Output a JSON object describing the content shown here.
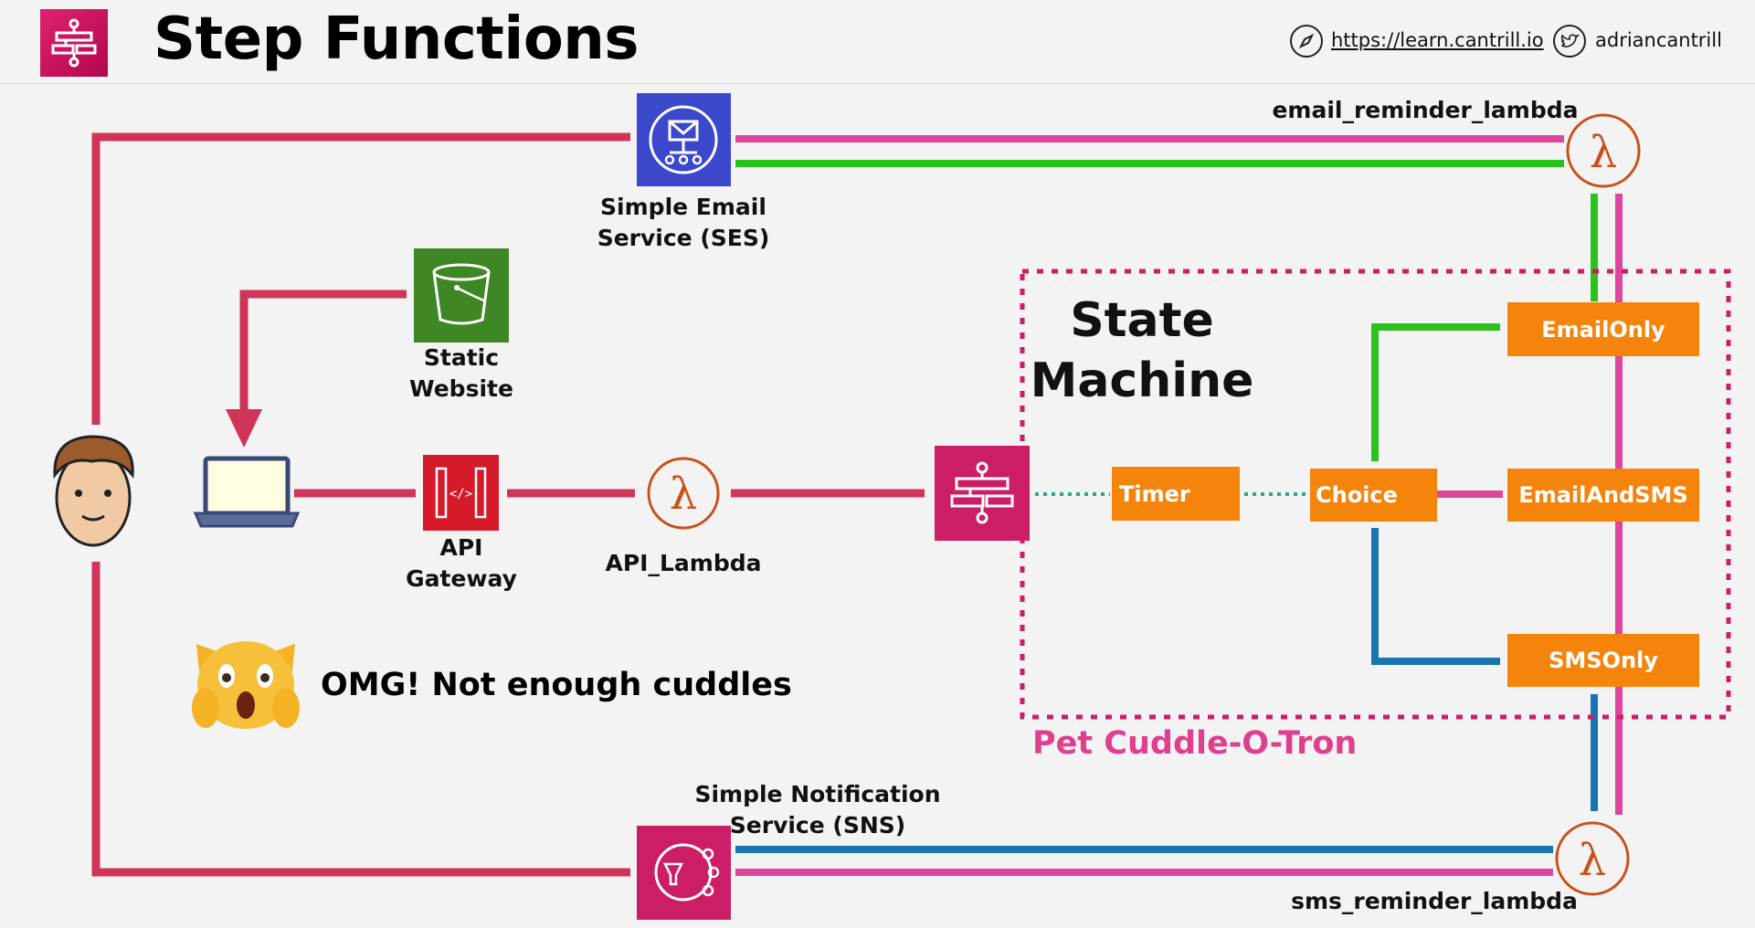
{
  "header": {
    "title": "Step Functions",
    "url": "https://learn.cantrill.io",
    "twitter": "adriancantrill"
  },
  "services": {
    "ses": "Simple Email Service (SES)",
    "ses_line1": "Simple Email",
    "ses_line2": "Service (SES)",
    "s3_line1": "Static",
    "s3_line2": "Website",
    "apigw_line1": "API",
    "apigw_line2": "Gateway",
    "api_lambda": "API_Lambda",
    "sns_line1": "Simple Notification",
    "sns_line2": "Service (SNS)",
    "email_lambda": "email_reminder_lambda",
    "sms_lambda": "sms_reminder_lambda"
  },
  "state_machine": {
    "title_line1": "State",
    "title_line2": "Machine",
    "timer": "Timer",
    "choice": "Choice",
    "email_only": "EmailOnly",
    "email_and_sms": "EmailAndSMS",
    "sms_only": "SMSOnly",
    "boundary_label": "Pet Cuddle-O-Tron"
  },
  "caption": "OMG! Not enough cuddles",
  "colors": {
    "crimson_line": "#cf3558",
    "pink_line": "#dd469c",
    "green_line": "#2cc21c",
    "blue_line": "#1875b0",
    "state_orange": "#f5840c",
    "ses_blue": "#3b48cc",
    "s3_green": "#3f8624",
    "apigw_red": "#d51b2a",
    "lambda_orange": "#c8511b",
    "stepfn_magenta": "#cc1e66",
    "teal_dots": "#2aa88a"
  }
}
